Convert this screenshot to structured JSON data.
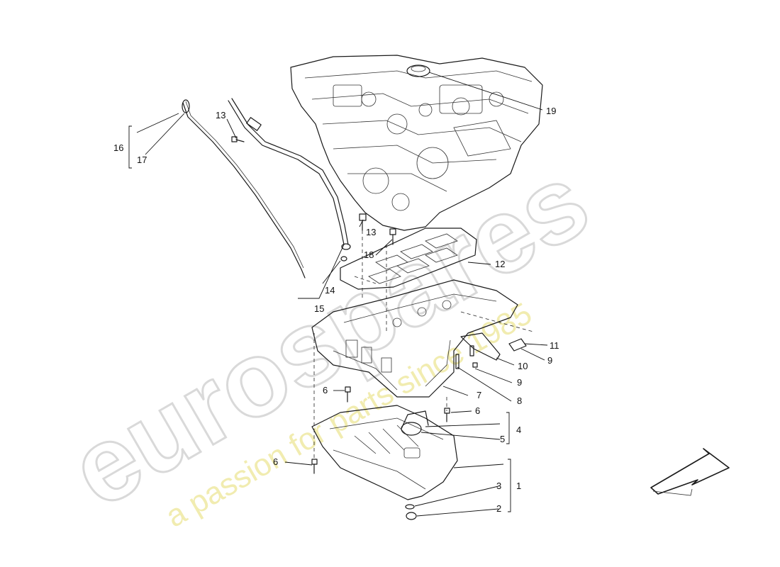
{
  "watermark": {
    "brand_text": "eurospares",
    "tagline_text": "a passion for parts since 1985",
    "brand_color": "#d9d9d9",
    "tagline_color": "#f1ecb0"
  },
  "callouts": {
    "c1": "1",
    "c2": "2",
    "c3": "3",
    "c4": "4",
    "c5": "5",
    "c6a": "6",
    "c6b": "6",
    "c6c": "6",
    "c7": "7",
    "c8": "8",
    "c9a": "9",
    "c9b": "9",
    "c10": "10",
    "c11": "11",
    "c12": "12",
    "c13a": "13",
    "c13b": "13",
    "c14": "14",
    "c15": "15",
    "c16": "16",
    "c17": "17",
    "c18": "18",
    "c19": "19"
  },
  "icons": {
    "direction_arrow": "front-direction-arrow-icon"
  }
}
